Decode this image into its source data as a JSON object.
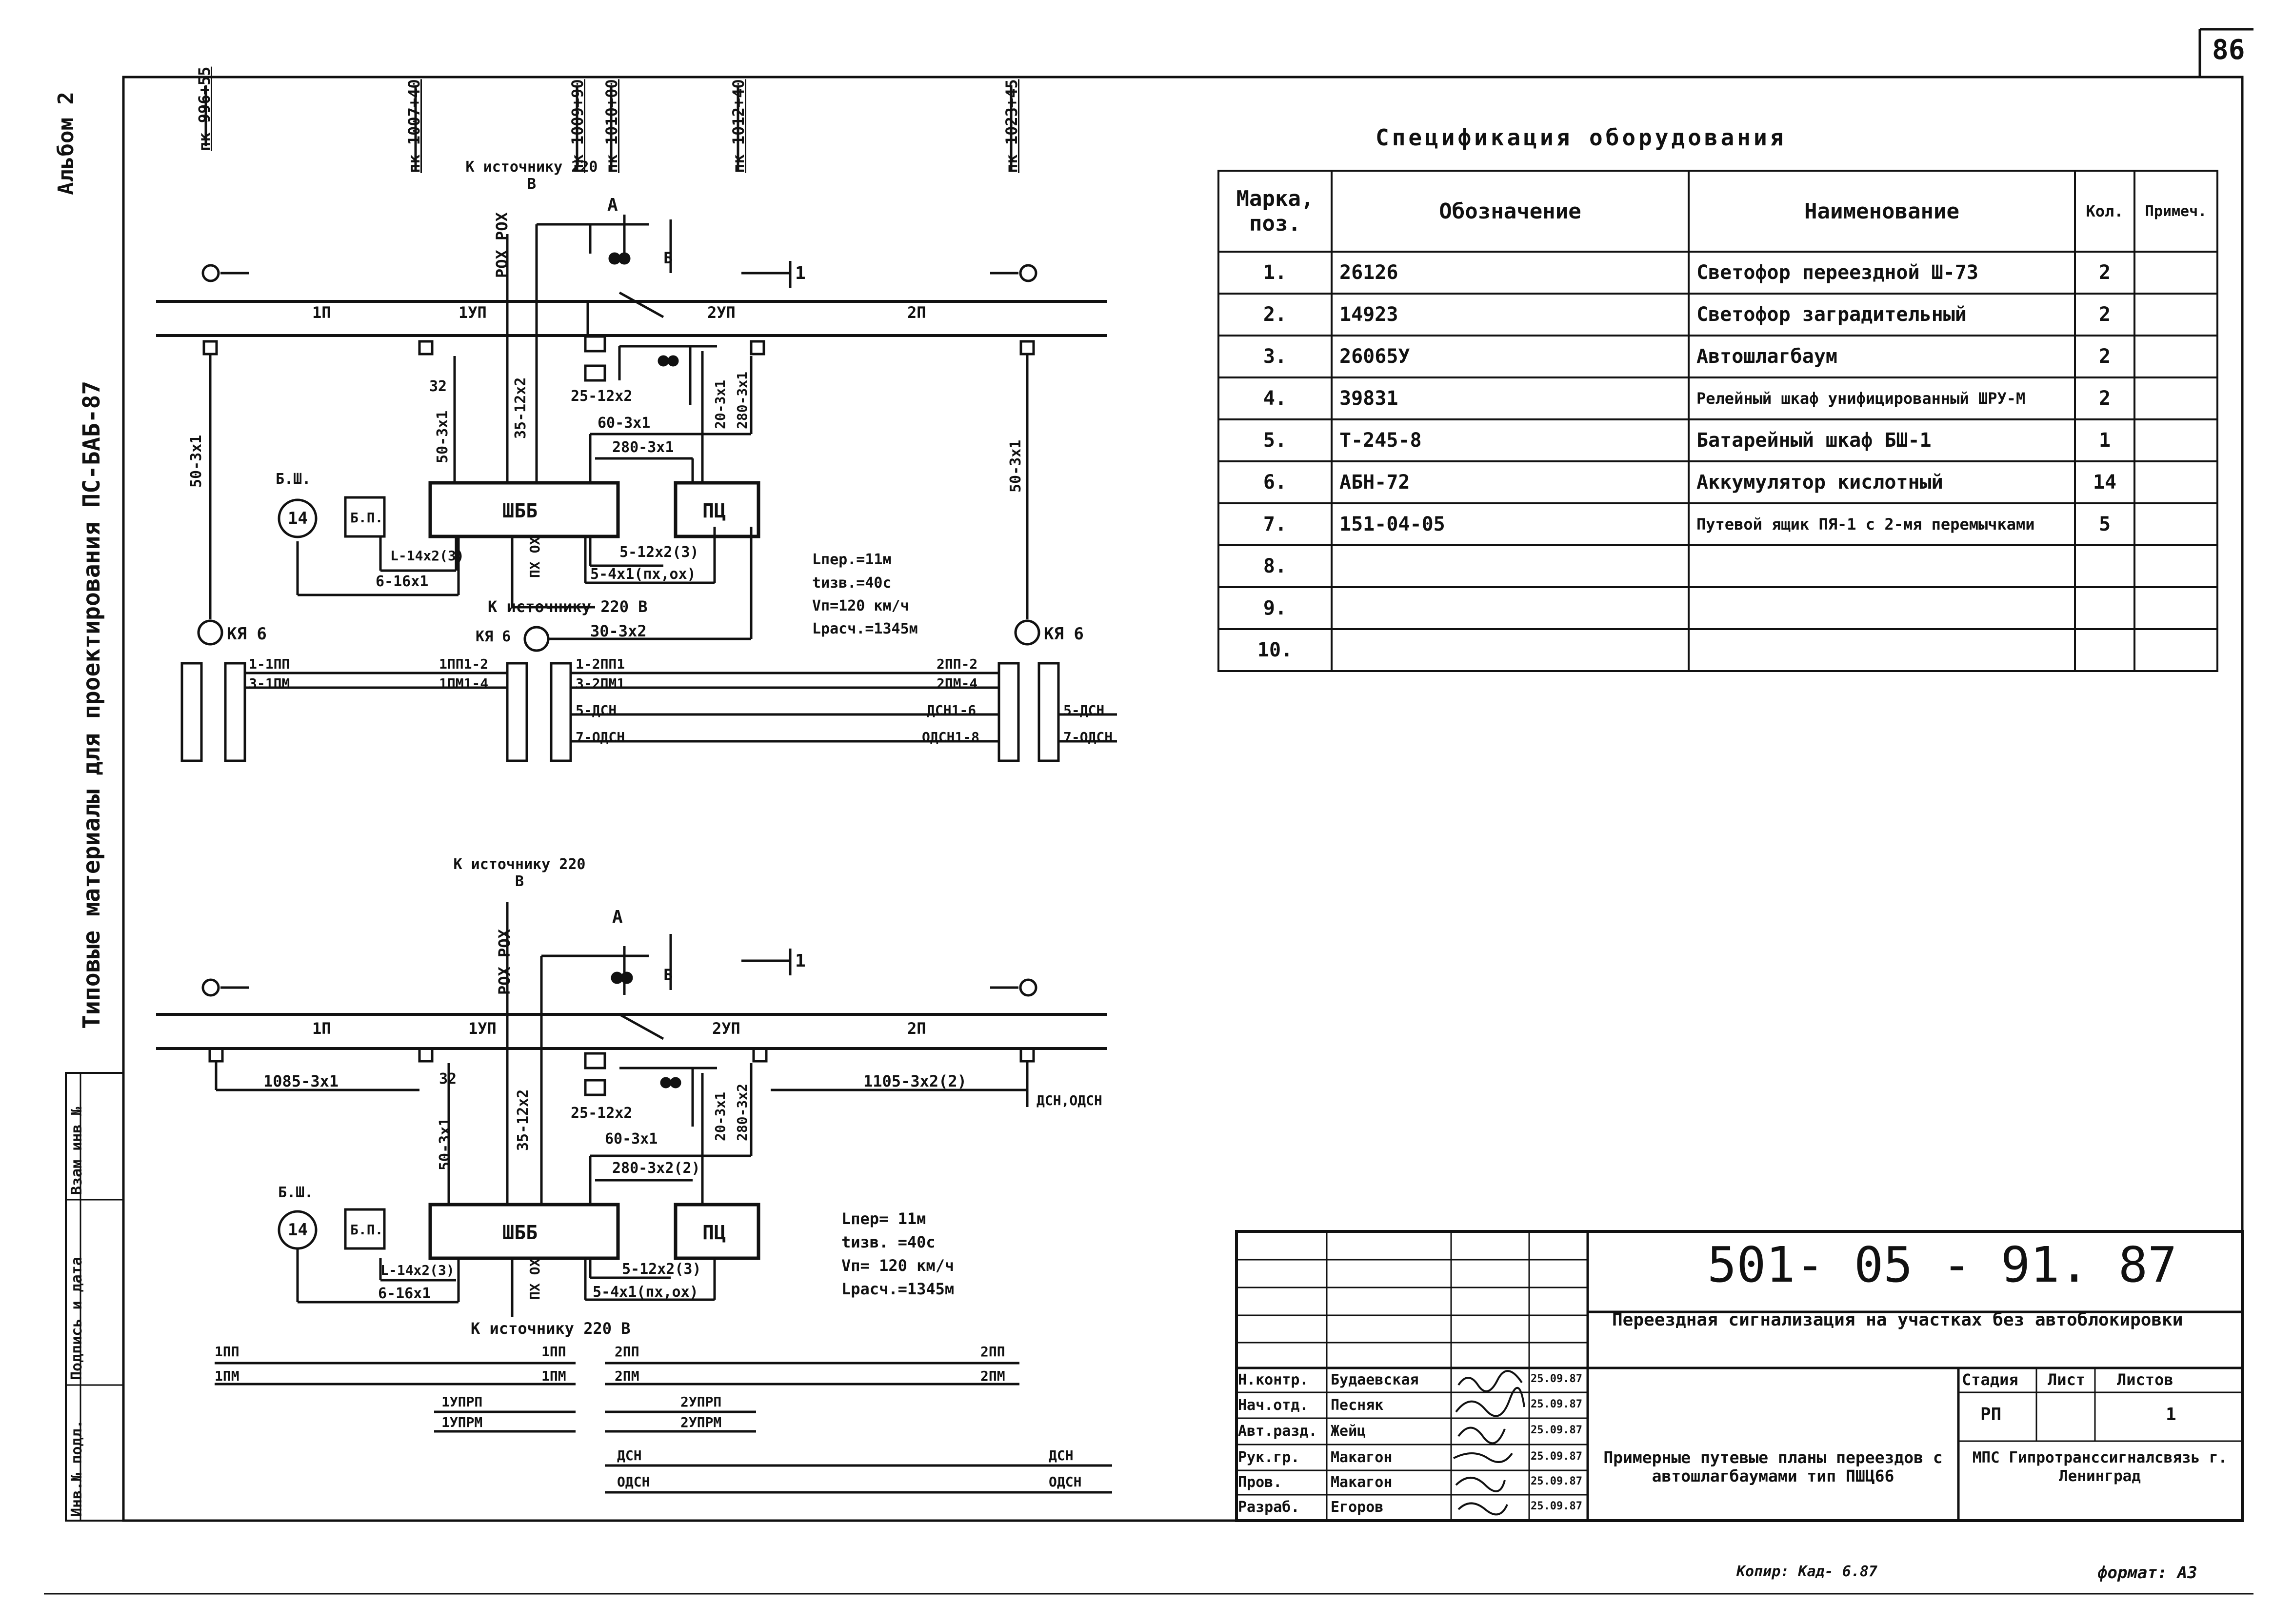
{
  "sheet": {
    "number": "86",
    "album": "Альбом 2",
    "series_title": "Типовые материалы для проектирования ПС-БАБ-87",
    "side_labels": [
      "Инв.№ подл.",
      "Подпись и дата",
      "Взам инв №"
    ],
    "copied": "Копир: Кад- 6.87",
    "format": "формат: А3"
  },
  "spec": {
    "title": "Спецификация оборудования",
    "headers": [
      "Марка, поз.",
      "Обозначение",
      "Наименование",
      "Кол.",
      "Примеч."
    ],
    "rows": [
      {
        "pos": "1.",
        "code": "26126",
        "name": "Светофор переездной Ш-73",
        "qty": "2",
        "note": ""
      },
      {
        "pos": "2.",
        "code": "14923",
        "name": "Светофор заградительный",
        "qty": "2",
        "note": ""
      },
      {
        "pos": "3.",
        "code": "26065У",
        "name": "Автошлагбаум",
        "qty": "2",
        "note": ""
      },
      {
        "pos": "4.",
        "code": "39831",
        "name": "Релейный шкаф унифицированный ШРУ-М",
        "qty": "2",
        "note": ""
      },
      {
        "pos": "5.",
        "code": "Т-245-8",
        "name": "Батарейный шкаф БШ-1",
        "qty": "1",
        "note": ""
      },
      {
        "pos": "6.",
        "code": "АБН-72",
        "name": "Аккумулятор кислотный",
        "qty": "14",
        "note": ""
      },
      {
        "pos": "7.",
        "code": "151-04-05",
        "name": "Путевой ящик ПЯ-1 с 2-мя перемычками",
        "qty": "5",
        "note": ""
      },
      {
        "pos": "8.",
        "code": "",
        "name": "",
        "qty": "",
        "note": ""
      },
      {
        "pos": "9.",
        "code": "",
        "name": "",
        "qty": "",
        "note": ""
      },
      {
        "pos": "10.",
        "code": "",
        "name": "",
        "qty": "",
        "note": ""
      }
    ]
  },
  "diagram1": {
    "pickets": [
      "пк 996+55",
      "пк 1007+40",
      "пк 1009+90",
      "пк 1010+00",
      "пк 1012+40",
      "пк 1023+45"
    ],
    "source_top": "К источнику 220 В",
    "source_bottom": "К источнику 220 В",
    "rox": "РОХ РОХ",
    "sections": [
      "1П",
      "1УП",
      "2УП",
      "2П"
    ],
    "letter_a": "А",
    "mark_b": "Б",
    "signal_mark": "1",
    "signal_num": "1",
    "cables": {
      "c50a": "50-3х1",
      "c32": "32",
      "c50b": "50-3х1",
      "c35": "35-12х2",
      "c25": "25-12х2",
      "c60": "60-3х1",
      "c20": "20-3х1",
      "c280v": "280-3х1",
      "c280": "280-3х1",
      "c50r": "50-3х1",
      "c5_12": "5-12х2(3)",
      "c5_4": "5-4х1(пх,ох)",
      "c_l14": "L-14х2(3)",
      "c6_16": "6-16х1",
      "c30": "30-3х2",
      "pxox": "ПХ ОХ"
    },
    "labels": {
      "bsh": "Б.Ш.",
      "bsh_num": "14",
      "bp": "Б.П.",
      "shbb": "ШББ",
      "pc": "ПЦ",
      "kya_left": "КЯ 6",
      "kya_mid": "КЯ 6",
      "kya_right": "КЯ 6"
    },
    "params": [
      "Lпер.=11м",
      "tизв.=40с",
      "Vп=120 км/ч",
      "Lрасч.=1345м"
    ],
    "terminals": {
      "t1a": "1-1ПП",
      "t1b": "3-1ПМ",
      "t1c": "1ПП1-2",
      "t1d": "1ПМ1-4",
      "t2a": "1-2ПП1",
      "t2b": "3-2ПМ1",
      "t2c": "5-ДСН",
      "t2d": "7-ОДСН",
      "t2e": "2ПП-2",
      "t2f": "2ПМ-4",
      "t2g": "ДСН1-6",
      "t2h": "ОДСН1-8",
      "t3a": "5-ДСН",
      "t3b": "7-ОДСН"
    }
  },
  "diagram2": {
    "source_top": "К источнику 220 В",
    "source_bottom": "К источнику 220 В",
    "rox": "РОХ РОХ",
    "sections": [
      "1П",
      "1УП",
      "2УП",
      "2П"
    ],
    "letter_a": "А",
    "mark_b": "Б",
    "signal_mark": "1",
    "signal_num": "1",
    "cables": {
      "c1085": "1085-3х1",
      "c1105": "1105-3х2(2)",
      "dsn": "ДСН,ОДСН",
      "c32": "32",
      "c50": "50-3х1",
      "c35": "35-12х2",
      "c25": "25-12х2",
      "c60": "60-3х1",
      "c20": "20-3х1",
      "c280v": "280-3х2",
      "c280": "280-3х2(2)",
      "c5_12": "5-12х2(3)",
      "c5_4": "5-4х1(пх,ох)",
      "c_l14": "L-14х2(3)",
      "c6_16": "6-16х1",
      "pxox": "ПХ ОХ"
    },
    "labels": {
      "bsh": "Б.Ш.",
      "bsh_num": "14",
      "bp": "Б.П.",
      "shbb": "ШББ",
      "pc": "ПЦ"
    },
    "params": [
      "Lпер= 11м",
      "tизв. =40с",
      "Vп= 120 км/ч",
      "Lрасч.=1345м"
    ],
    "wires": {
      "w1pp_l": "1ПП",
      "w1pp_r": "1ПП",
      "w1pm_l": "1ПМ",
      "w1pm_r": "1ПМ",
      "w1uprp": "1УПРП",
      "w1uprm": "1УПРМ",
      "w2uprp": "2УПРП",
      "w2uprm": "2УПРМ",
      "w2pp_l": "2ПП",
      "w2pp_r": "2ПП",
      "w2pm_l": "2ПМ",
      "w2pm_r": "2ПМ",
      "wdsn_l": "ДСН",
      "wdsn_r": "ДСН",
      "wodsn_l": "ОДСН",
      "wodsn_r": "ОДСН"
    }
  },
  "stamp": {
    "code": "501- 05 - 91. 87",
    "title": "Переездная сигнализация на участках без автоблокировки",
    "headers": [
      "Стадия",
      "Лист",
      "Листов"
    ],
    "stage": "РП",
    "sheet": "",
    "sheets": "1",
    "drawing_name": "Примерные путевые планы переездов с автошлагбаумами тип ПШЦ66",
    "org": "МПС Гипротранссигналсвязь г. Ленинград",
    "people": [
      {
        "role": "Н.контр.",
        "name": "Будаевская",
        "date": "25.09.87"
      },
      {
        "role": "Нач.отд.",
        "name": "Песняк",
        "date": "25.09.87"
      },
      {
        "role": "Авт.разд.",
        "name": "Жейц",
        "date": "25.09.87"
      },
      {
        "role": "Рук.гр.",
        "name": "Макагон",
        "date": "25.09.87"
      },
      {
        "role": "Пров.",
        "name": "Макагон",
        "date": "25.09.87"
      },
      {
        "role": "Разраб.",
        "name": "Егоров",
        "date": "25.09.87"
      }
    ]
  }
}
